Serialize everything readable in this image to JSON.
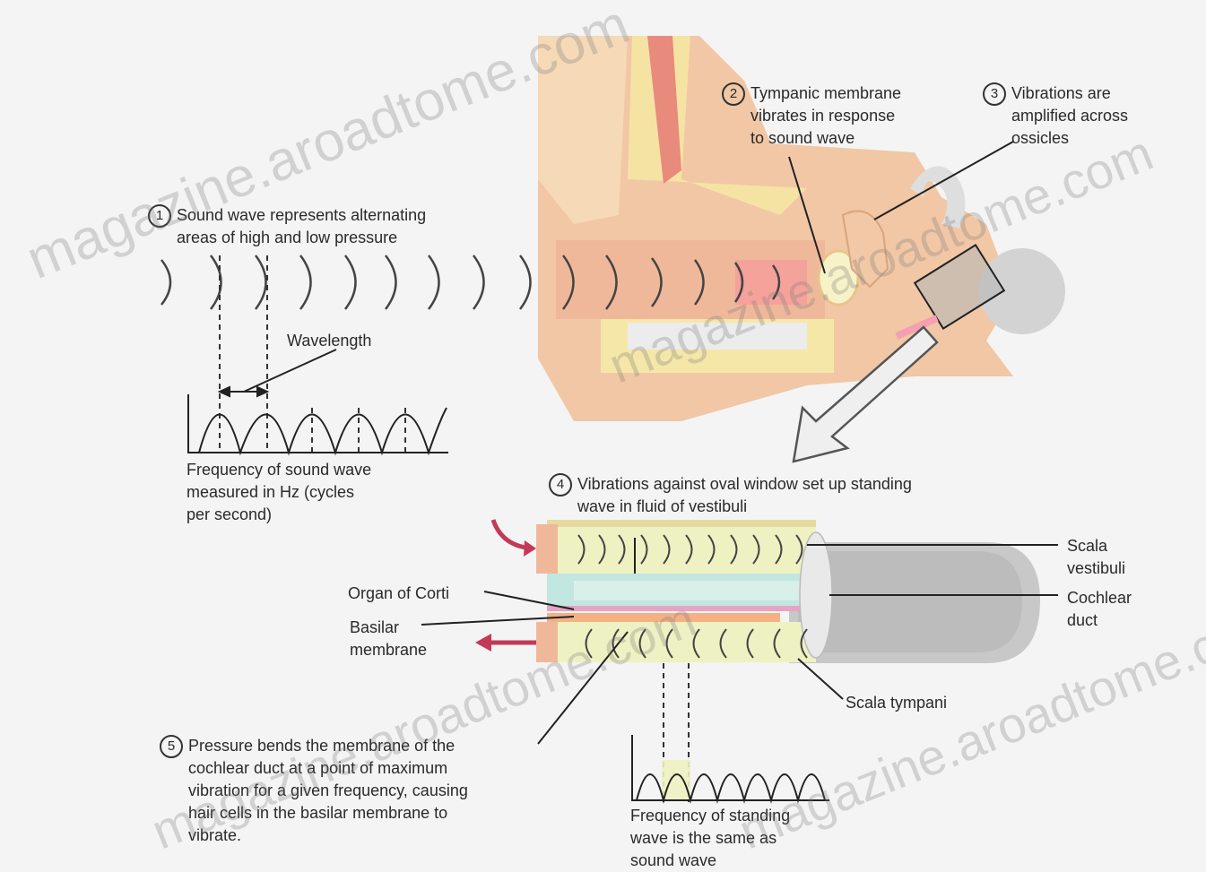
{
  "steps": {
    "s1": {
      "num": "1",
      "text": "Sound wave represents alternating\nareas of high and low pressure"
    },
    "s2": {
      "num": "2",
      "text": "Tympanic membrane\nvibrates in response\nto sound wave"
    },
    "s3": {
      "num": "3",
      "text": "Vibrations are\namplified across\nossicles"
    },
    "s4": {
      "num": "4",
      "text": "Vibrations against oval window set up standing\nwave in fluid of vestibuli"
    },
    "s5": {
      "num": "5",
      "text": "Pressure bends the membrane of the\ncochlear duct at a point of maximum\nvibration for a given frequency, causing\nhair cells in the basilar membrane to\nvibrate."
    }
  },
  "labels": {
    "wavelength": "Wavelength",
    "frequency_sound": "Frequency of sound wave\nmeasured in Hz (cycles\nper second)",
    "organ_of_corti": "Organ of Corti",
    "basilar_membrane": "Basilar\nmembrane",
    "scala_vestibuli": "Scala\nvestibuli",
    "cochlear_duct": "Cochlear\nduct",
    "scala_tympani": "Scala tympani",
    "frequency_standing": "Frequency of standing\nwave is the same as\nsound wave"
  },
  "watermarks": [
    "magazine.aroadtome.com",
    "magazine.aroadtome.com",
    "magazine.aroadtome.com",
    "magazine.aroadtome.com"
  ],
  "colors": {
    "skin": "#f3c9a6",
    "bone": "#f5e7a8",
    "pink": "#f2a59a",
    "teal": "#bfe6df",
    "fluid": "#f0f3c3",
    "cochlea_gray": "#c9c9c9",
    "arrow_red": "#c23a57"
  }
}
